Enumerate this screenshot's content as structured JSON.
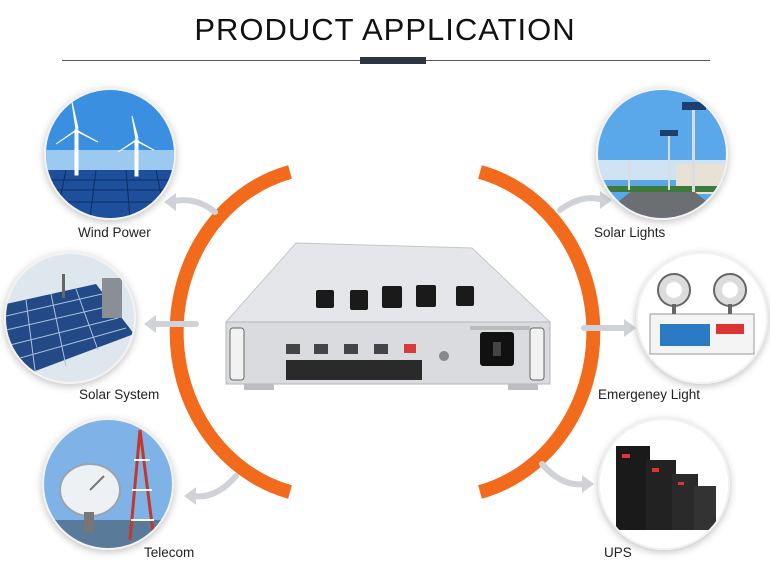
{
  "header": {
    "title": "PRODUCT APPLICATION"
  },
  "applications": [
    {
      "id": "wind-power",
      "label": "Wind Power",
      "icon": "wind-turbine-icon"
    },
    {
      "id": "solar-system",
      "label": "Solar System",
      "icon": "solar-panel-icon"
    },
    {
      "id": "telecom",
      "label": "Telecom",
      "icon": "satellite-dish-icon"
    },
    {
      "id": "solar-lights",
      "label": "Solar Lights",
      "icon": "street-lamp-icon"
    },
    {
      "id": "emergency-light",
      "label": "Emergeney Light",
      "icon": "emergency-light-icon"
    },
    {
      "id": "ups",
      "label": "UPS",
      "icon": "ups-unit-icon"
    }
  ],
  "colors": {
    "accent": "#f26a1b",
    "title_bar": "#2e3440",
    "text": "#222222"
  }
}
